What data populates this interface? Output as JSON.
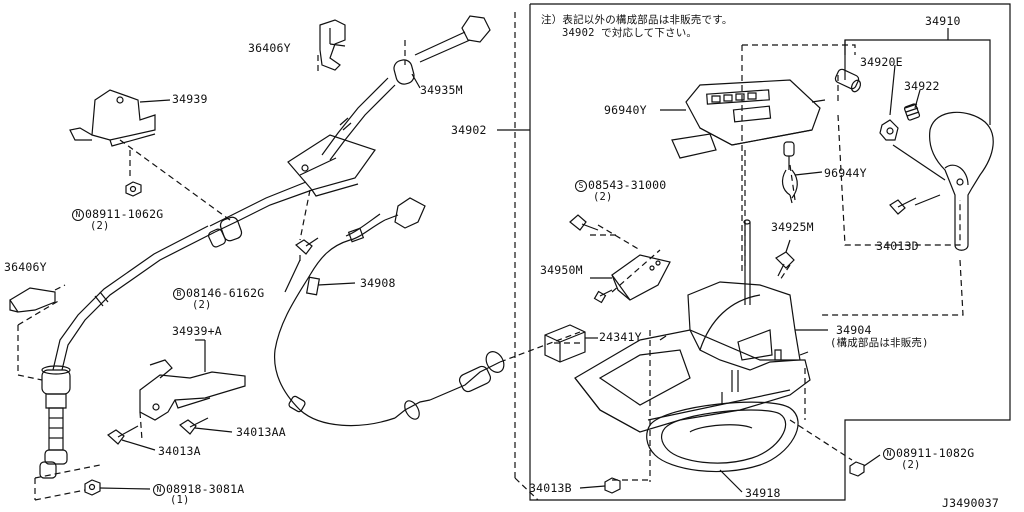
{
  "diagram": {
    "ref_code": "J3490037",
    "note": {
      "line1": "注）表記以外の構成部品は非販売です。",
      "line2": "34902 で対応して下さい。"
    },
    "parts": {
      "p34910": "34910",
      "p34920E": "34920E",
      "p34922": "34922",
      "p96940Y": "96940Y",
      "p34902": "34902",
      "p96944Y": "96944Y",
      "p08543": {
        "code": "08543-31000",
        "qty": "(2)",
        "prefix": "S"
      },
      "p34925M": "34925M",
      "p34013D": "34013D",
      "p34950M": "34950M",
      "p24341Y": "24341Y",
      "p34904": {
        "code": "34904",
        "sub": "(構成部品は非販売)"
      },
      "p08911_1082G": {
        "code": "08911-1082G",
        "qty": "(2)",
        "prefix": "N"
      },
      "p34918": "34918",
      "p34013B": "34013B",
      "p36406Y_top": "36406Y",
      "p34935M": "34935M",
      "p34939": "34939",
      "p08911_1062G": {
        "code": "08911-1062G",
        "qty": "(2)",
        "prefix": "N"
      },
      "p36406Y_left": "36406Y",
      "p08146": {
        "code": "08146-6162G",
        "qty": "(2)",
        "prefix": "B"
      },
      "p34908": "34908",
      "p34939A": "34939+A",
      "p34013AA": "34013AA",
      "p34013A": "34013A",
      "p08918": {
        "code": "08918-3081A",
        "qty": "(1)",
        "prefix": "N"
      }
    }
  }
}
